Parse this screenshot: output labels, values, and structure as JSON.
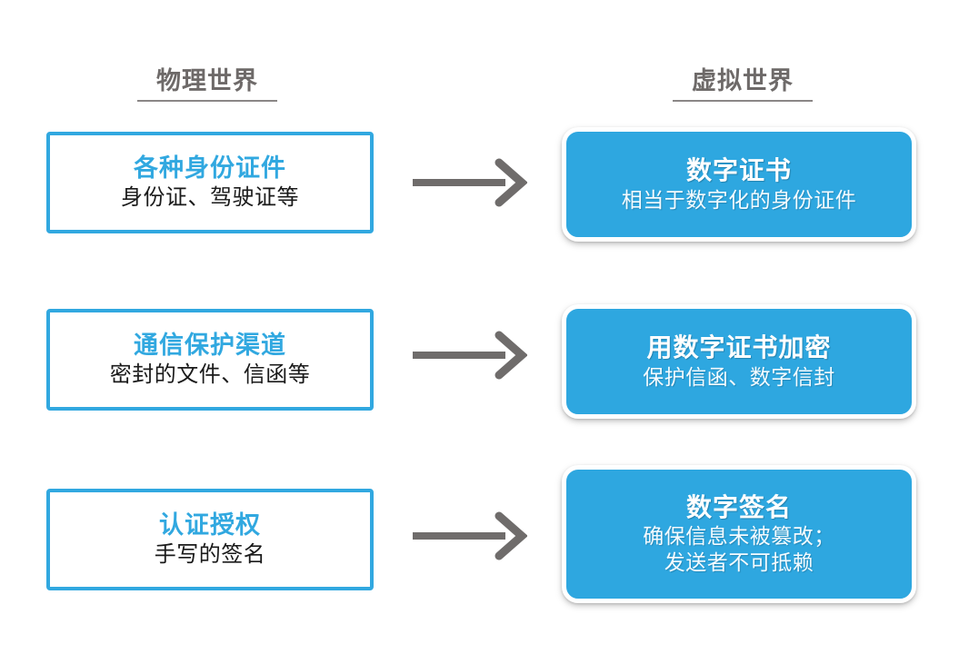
{
  "diagram": {
    "title_left": "物理世界",
    "title_right": "虚拟世界",
    "accent_blue": "#2ea7e0",
    "border_blue": "#31a8e0",
    "header_gray": "#6e6a69",
    "arrow_gray": "#6f6c6b",
    "background": "#ffffff"
  },
  "rows": [
    {
      "physical": {
        "title": "各种身份证件",
        "subtitle": "身份证、驾驶证等"
      },
      "arrow": "right-arrow-icon",
      "virtual": {
        "title": "数字证书",
        "subtitle": "相当于数字化的身份证件"
      }
    },
    {
      "physical": {
        "title": "通信保护渠道",
        "subtitle": "密封的文件、信函等"
      },
      "arrow": "right-arrow-icon",
      "virtual": {
        "title": "用数字证书加密",
        "subtitle": "保护信函、数字信封"
      }
    },
    {
      "physical": {
        "title": "认证授权",
        "subtitle": "手写的签名"
      },
      "arrow": "right-arrow-icon",
      "virtual": {
        "title": "数字签名",
        "subtitle": "确保信息未被篡改；\n发送者不可抵赖"
      }
    }
  ]
}
